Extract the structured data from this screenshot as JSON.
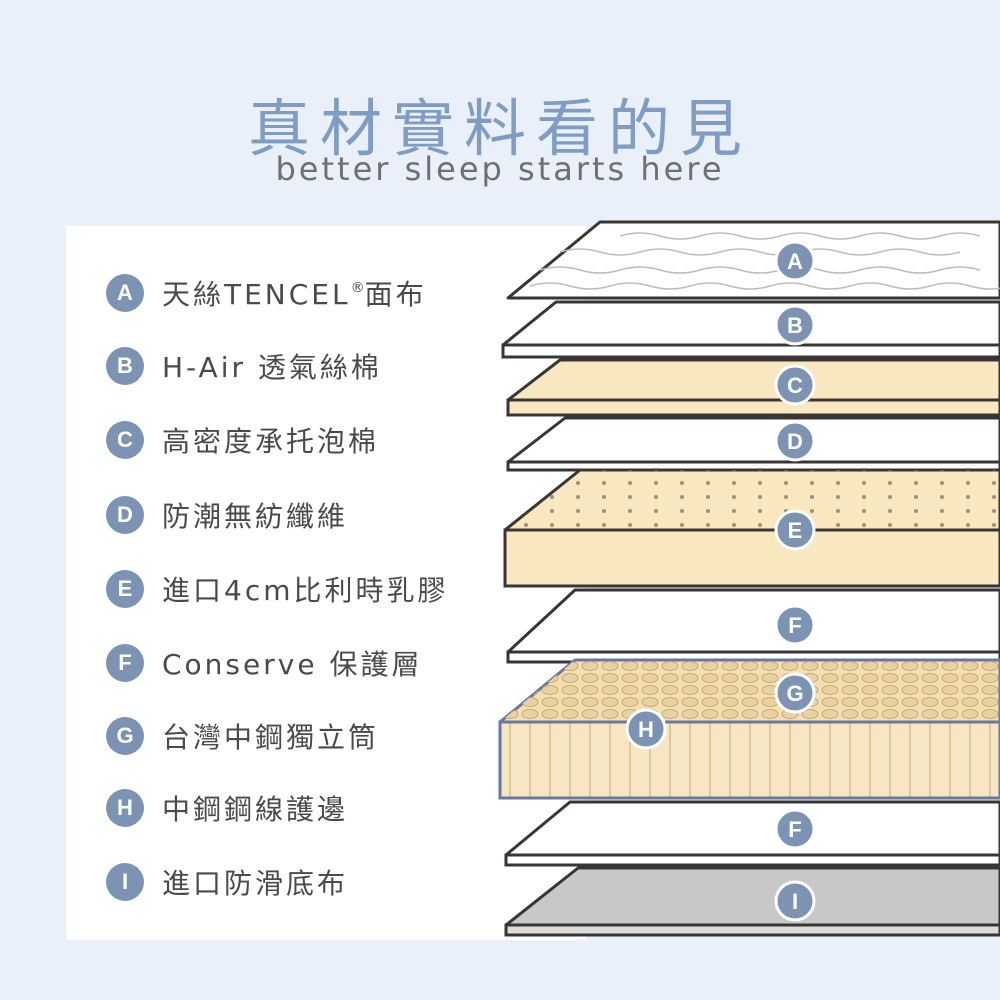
{
  "header": {
    "title": "真材實料看的見",
    "subtitle": "better sleep starts here"
  },
  "legend": [
    {
      "letter": "A",
      "label": "天絲TENCEL",
      "sup": "®",
      "label_after": "面布"
    },
    {
      "letter": "B",
      "label": "H-Air 透氣絲棉"
    },
    {
      "letter": "C",
      "label": "高密度承托泡棉"
    },
    {
      "letter": "D",
      "label": "防潮無紡纖維"
    },
    {
      "letter": "E",
      "label": "進口4cm比利時乳膠"
    },
    {
      "letter": "F",
      "label": "Conserve 保護層"
    },
    {
      "letter": "G",
      "label": "台灣中鋼獨立筒"
    },
    {
      "letter": "H",
      "label": "中鋼鋼線護邊"
    },
    {
      "letter": "I",
      "label": "進口防滑底布"
    }
  ],
  "layer_markers": [
    "A",
    "B",
    "C",
    "D",
    "E",
    "F",
    "G",
    "H",
    "F",
    "I"
  ],
  "colors": {
    "background": "#eaf0fa",
    "title": "#7e9cc4",
    "badge": "#7d93b3",
    "outline": "#3a3535",
    "foam": "#f8e7bf",
    "bottom_fabric": "#c8c8c8"
  }
}
